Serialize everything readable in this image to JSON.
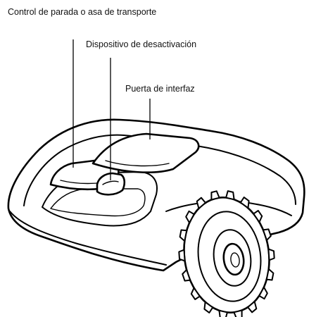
{
  "callouts": [
    {
      "id": "stop-handle",
      "label": "Control de parada o asa de transporte"
    },
    {
      "id": "disable-device",
      "label": "Dispositivo de desactivación"
    },
    {
      "id": "interface-hatch",
      "label": "Puerta de interfaz"
    }
  ],
  "colors": {
    "line": "#000000",
    "fill": "#ffffff",
    "text": "#111111"
  }
}
